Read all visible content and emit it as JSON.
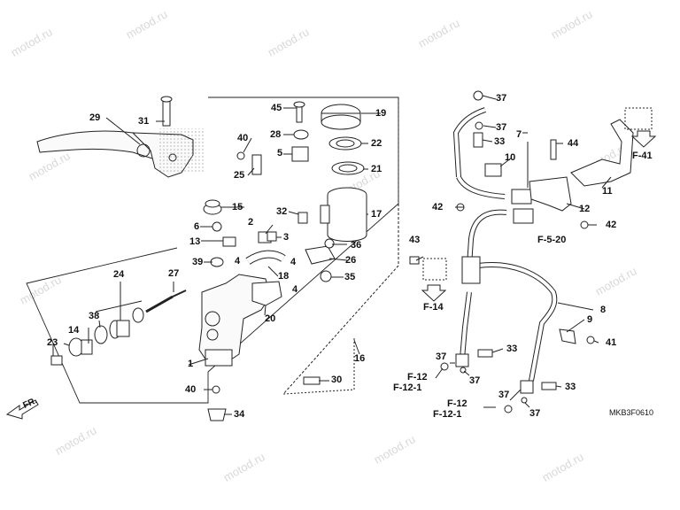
{
  "watermark": "motod.ru",
  "diagram_code": "MKB3F0610",
  "direction_label": "FR.",
  "refs": {
    "f41": "F-41",
    "f520": "F-5-20",
    "f14": "F-14",
    "f12a": "F-12",
    "f121a": "F-12-1",
    "f12b": "F-12",
    "f121b": "F-12-1"
  },
  "labels": {
    "l1": "1",
    "l2": "2",
    "l3": "3",
    "l4a": "4",
    "l4b": "4",
    "l4c": "4",
    "l5": "5",
    "l6": "6",
    "l7": "7",
    "l8": "8",
    "l9": "9",
    "l10": "10",
    "l11": "11",
    "l12": "12",
    "l13": "13",
    "l14": "14",
    "l15": "15",
    "l16": "16",
    "l17": "17",
    "l18": "18",
    "l19": "19",
    "l20": "20",
    "l21": "21",
    "l22": "22",
    "l23": "23",
    "l24": "24",
    "l25": "25",
    "l26": "26",
    "l27": "27",
    "l28": "28",
    "l29": "29",
    "l30": "30",
    "l31": "31",
    "l32": "32",
    "l33a": "33",
    "l33b": "33",
    "l33c": "33",
    "l34": "34",
    "l35": "35",
    "l36": "36",
    "l37a": "37",
    "l37b": "37",
    "l37c": "37",
    "l37d": "37",
    "l37e": "37",
    "l37f": "37",
    "l38": "38",
    "l39": "39",
    "l40a": "40",
    "l40b": "40",
    "l41": "41",
    "l42a": "42",
    "l42b": "42",
    "l43": "43",
    "l44": "44",
    "l45": "45"
  }
}
